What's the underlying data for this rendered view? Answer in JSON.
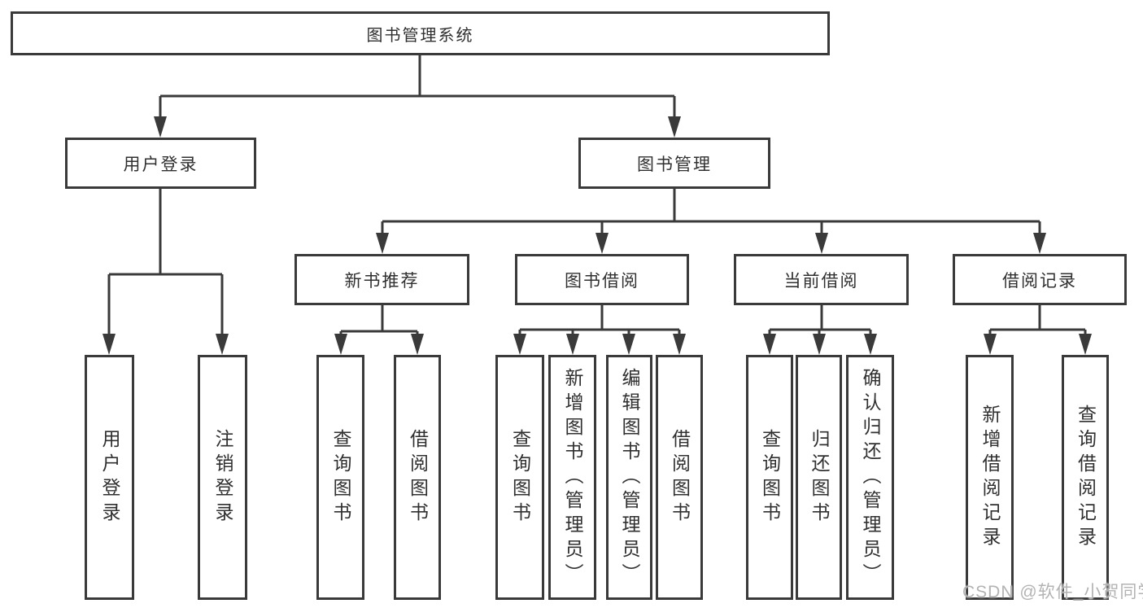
{
  "tree": {
    "root": {
      "label": "图书管理系统",
      "children": [
        {
          "label": "用户登录",
          "children": [
            {
              "label": "用户登录"
            },
            {
              "label": "注销登录"
            }
          ]
        },
        {
          "label": "图书管理",
          "children": [
            {
              "label": "新书推荐",
              "children": [
                {
                  "label": "查询图书"
                },
                {
                  "label": "借阅图书"
                }
              ]
            },
            {
              "label": "图书借阅",
              "children": [
                {
                  "label": "查询图书"
                },
                {
                  "label": "新增图书（管理员）"
                },
                {
                  "label": "编辑图书（管理员）"
                },
                {
                  "label": "借阅图书"
                }
              ]
            },
            {
              "label": "当前借阅",
              "children": [
                {
                  "label": "查询图书"
                },
                {
                  "label": "归还图书"
                },
                {
                  "label": "确认归还（管理员）"
                }
              ]
            },
            {
              "label": "借阅记录",
              "children": [
                {
                  "label": "新增借阅记录"
                },
                {
                  "label": "查询借阅记录"
                }
              ]
            }
          ]
        }
      ]
    }
  },
  "watermark": {
    "text": "CSDN @软件_小贺同学"
  },
  "colors": {
    "line": "#3a3a3a",
    "text": "#303030",
    "box_background": "#ffffff",
    "watermark": "#b3b3b3"
  }
}
